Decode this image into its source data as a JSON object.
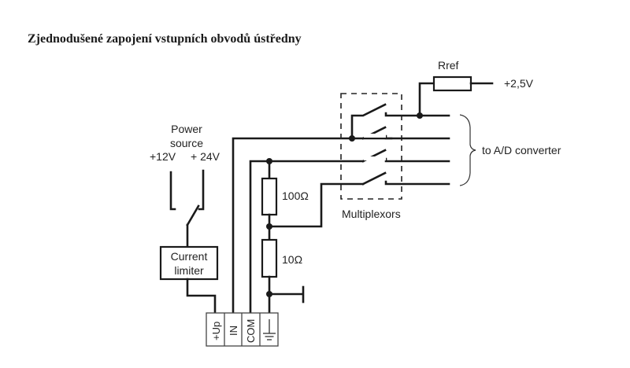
{
  "title": "Zjednodušené zapojení vstupních obvodů ústředny",
  "power_source": {
    "label_line1": "Power",
    "label_line2": "source",
    "option_12v": "+12V",
    "option_24v": "+ 24V"
  },
  "current_limiter": {
    "line1": "Current",
    "line2": "limiter"
  },
  "resistors": {
    "r100": "100Ω",
    "r10": "10Ω",
    "rref": "Rref"
  },
  "reference_voltage": "+2,5V",
  "multiplexors_label": "Multiplexors",
  "output_label": "to A/D converter",
  "terminals": [
    "+Up",
    "IN",
    "COM",
    "⏚"
  ],
  "colors": {
    "line": "#1a1a1a",
    "background": "#ffffff"
  }
}
